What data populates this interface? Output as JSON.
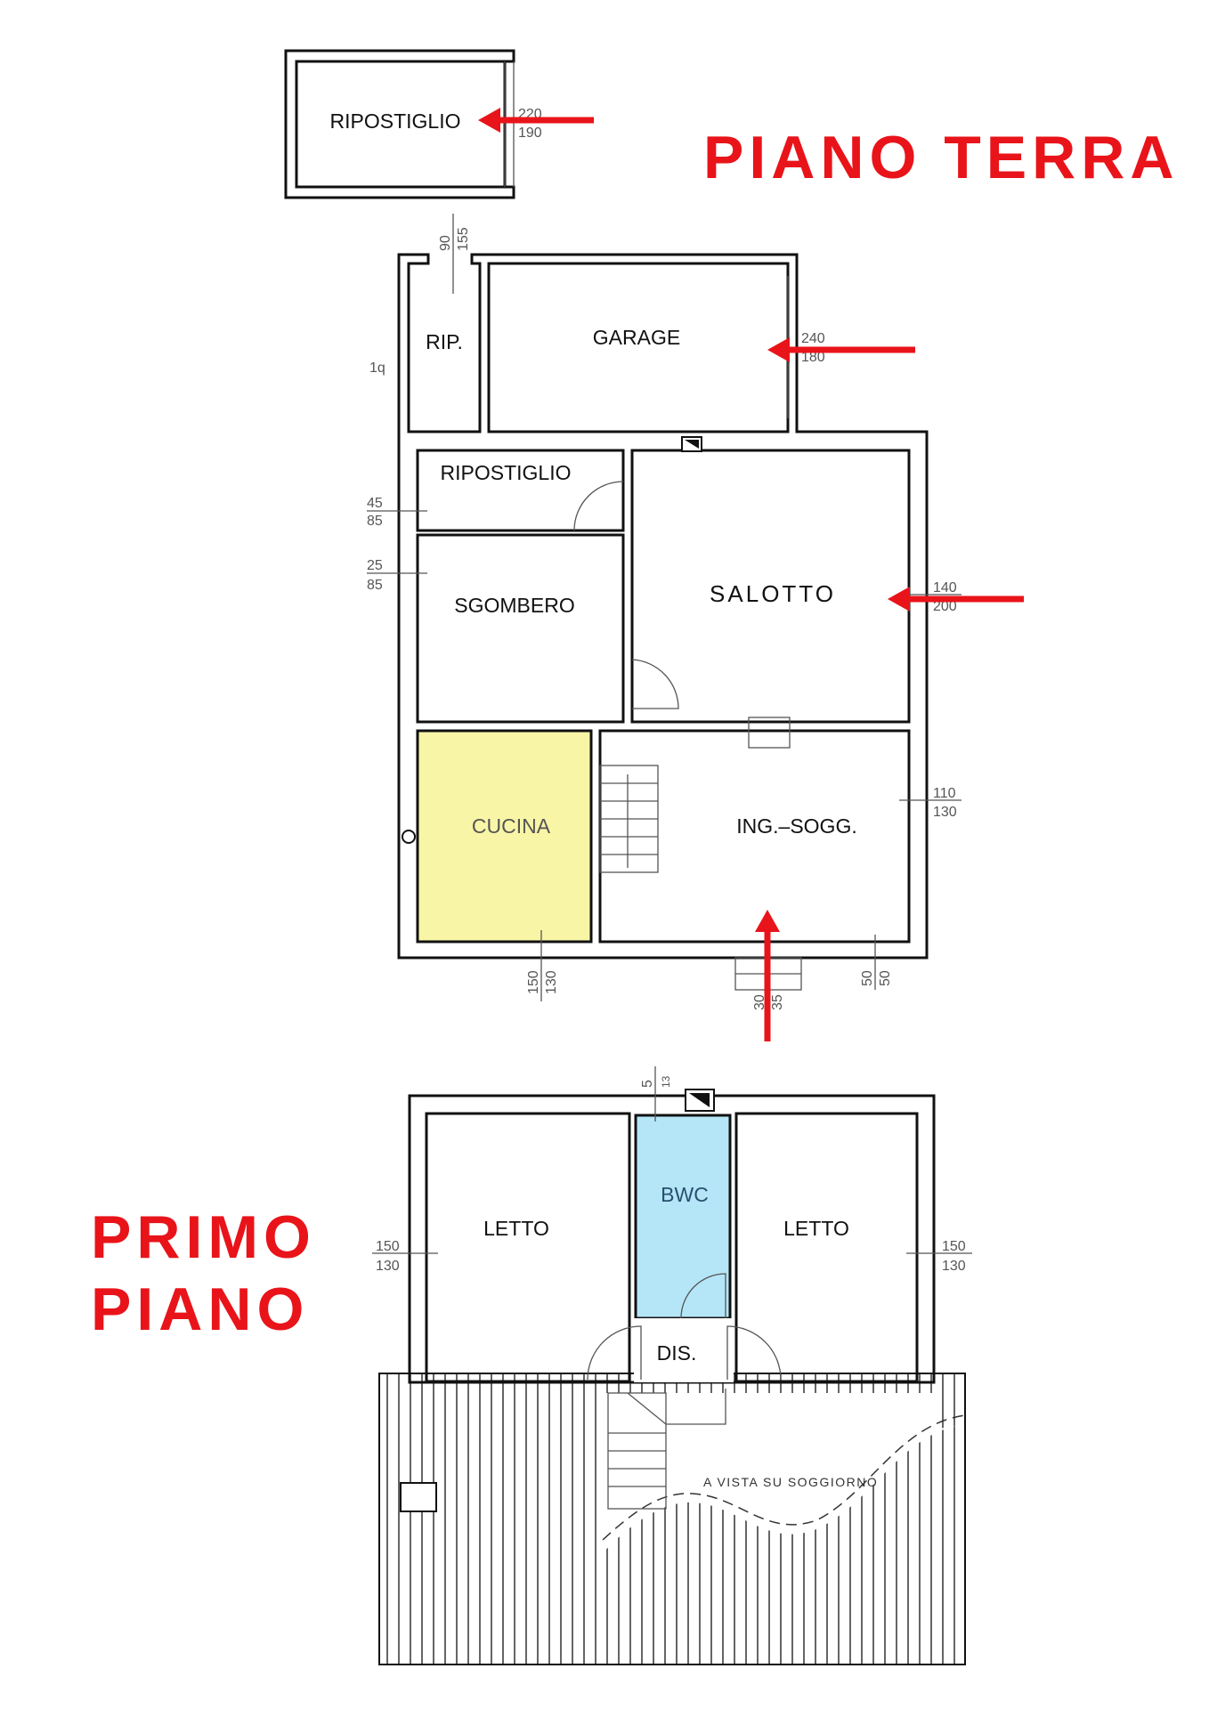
{
  "titles": {
    "ground_floor": "PIANO TERRA",
    "first_floor_line1": "PRIMO",
    "first_floor_line2": "PIANO"
  },
  "colors": {
    "accent_red": "#e8141a",
    "kitchen_fill": "#f8f5a6",
    "bathroom_fill": "#b4e6f8"
  },
  "ground_floor": {
    "rooms": {
      "storage_outside": "RIPOSTIGLIO",
      "rip": "RIP.",
      "garage": "GARAGE",
      "ripostiglio": "RIPOSTIGLIO",
      "sgombero": "SGOMBERO",
      "salotto": "SALOTTO",
      "cucina": "CUCINA",
      "ingresso": "ING.–SOGG."
    },
    "dimensions": {
      "storage_door": [
        "220",
        "190"
      ],
      "rip_door": [
        "90",
        "155"
      ],
      "garage_door": [
        "240",
        "180"
      ],
      "rip_window_fragment": "1q",
      "ripostiglio_window": [
        "45",
        "85"
      ],
      "sgombero_window": [
        "25",
        "85"
      ],
      "salotto_window": [
        "140",
        "200"
      ],
      "ingresso_window": [
        "110",
        "130"
      ],
      "cucina_window": [
        "150",
        "130"
      ],
      "entrance_steps": [
        "30",
        "35"
      ],
      "small_window": [
        "50",
        "50"
      ]
    }
  },
  "first_floor": {
    "rooms": {
      "letto_left": "LETTO",
      "bwc": "BWC",
      "letto_right": "LETTO",
      "dis": "DIS."
    },
    "dimensions": {
      "left_window": [
        "150",
        "130"
      ],
      "right_window": [
        "150",
        "130"
      ],
      "bath_window": [
        "5",
        "13"
      ]
    },
    "note": "A VISTA SU SOGGIORNO"
  }
}
